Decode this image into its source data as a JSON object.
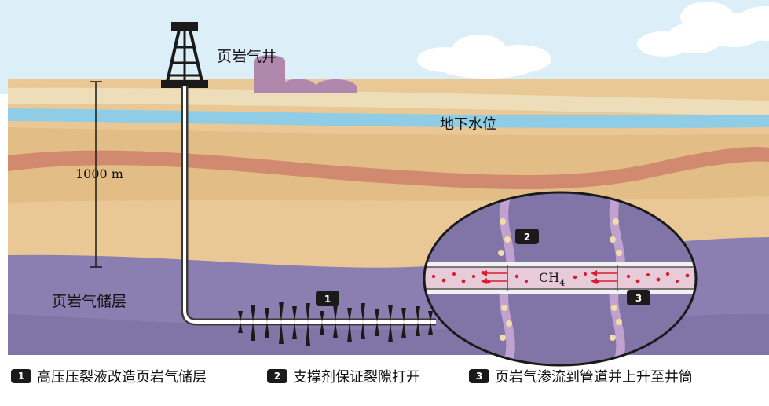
{
  "labels": {
    "well": "页岩气井",
    "water_table": "地下水位",
    "depth": "1000 m",
    "reservoir": "页岩气储层",
    "gas": "CH",
    "gas_sub": "4"
  },
  "badges": [
    "1",
    "2",
    "3"
  ],
  "legend": [
    {
      "num": "1",
      "text": "高压压裂液改造页岩气储层"
    },
    {
      "num": "2",
      "text": "支撑剂保证裂隙打开"
    },
    {
      "num": "3",
      "text": "页岩气渗流到管道并上升至井筒"
    }
  ],
  "colors": {
    "sky": "#dceef8",
    "sand": "#e9c896",
    "water": "#8fcde6",
    "clay_band": "#d18a6f",
    "shale": "#8a7fb0",
    "pipe_fill": "#e8cbd9",
    "gas_dots": "#d81e2a",
    "badge": "#1a1a1a"
  }
}
